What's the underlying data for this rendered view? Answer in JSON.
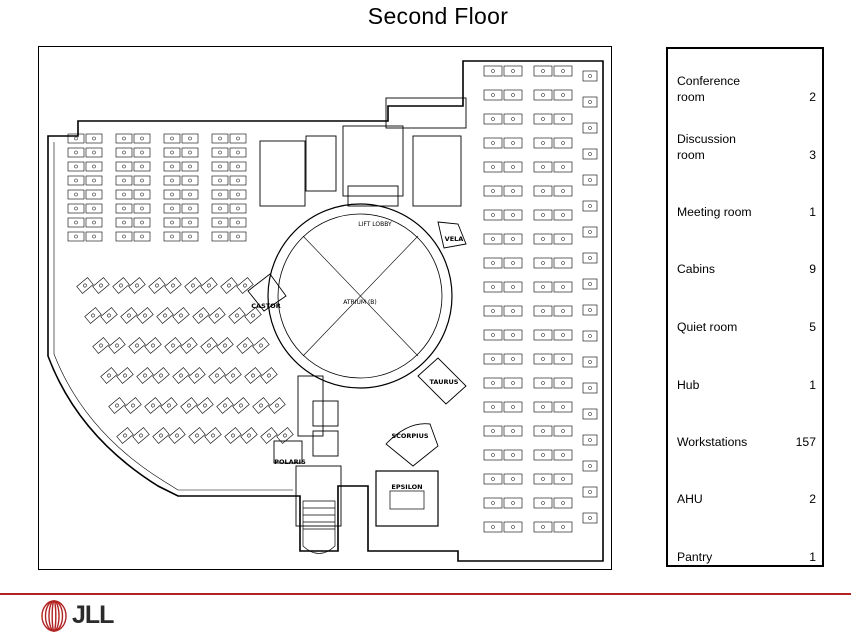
{
  "title": "Second Floor",
  "plan_labels": {
    "atrium": "ATRIUM (B)",
    "lift_lobby": "LIFT LOBBY",
    "castor": "CASTOR",
    "taurus": "TAURUS",
    "scorpius": "SCORPIUS",
    "polaris": "POLARIS",
    "epsilon": "EPSILON",
    "vela": "VELA"
  },
  "legend": [
    {
      "name": "Conference room",
      "count": "2"
    },
    {
      "name": "Discussion room",
      "count": "3"
    },
    {
      "name": "Meeting room",
      "count": "1"
    },
    {
      "name": "Cabins",
      "count": "9"
    },
    {
      "name": "Quiet room",
      "count": "5"
    },
    {
      "name": "Hub",
      "count": "1"
    },
    {
      "name": "Workstations",
      "count": "157"
    },
    {
      "name": "AHU",
      "count": "2"
    },
    {
      "name": "Pantry",
      "count": "1"
    }
  ],
  "logo": {
    "text": "JLL",
    "brand_color": "#b22222"
  }
}
